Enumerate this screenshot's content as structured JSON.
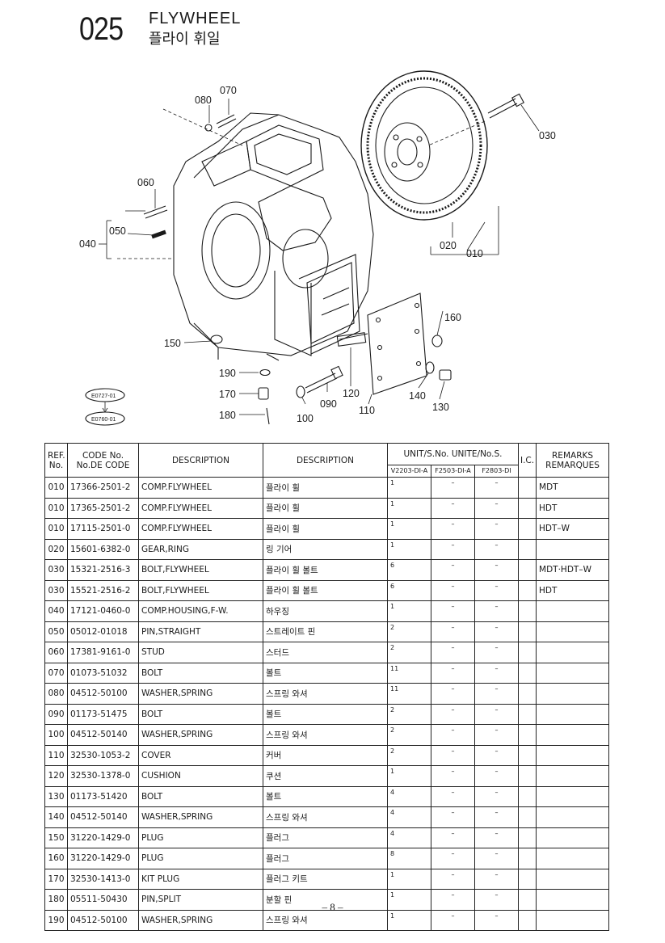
{
  "section": {
    "number": "025",
    "title_en": "FLYWHEEL",
    "title_kr": "플라이 휘일"
  },
  "diagram": {
    "callouts": [
      "070",
      "080",
      "030",
      "060",
      "050",
      "040",
      "020",
      "010",
      "160",
      "150",
      "190",
      "170",
      "180",
      "100",
      "090",
      "120",
      "110",
      "140",
      "130"
    ],
    "ref_ovals": [
      "E0727-01",
      "E0760-01"
    ]
  },
  "table": {
    "headers": {
      "ref": "REF. No.",
      "code": "CODE No. No.DE CODE",
      "desc_en": "DESCRIPTION",
      "desc_kr": "DESCRIPTION",
      "unit": "UNIT/S.No. UNITE/No.S.",
      "ic": "I.C.",
      "remarks": "REMARKS REMARQUES",
      "models": [
        "V2203-DI-A",
        "F2503-DI-A",
        "F2803-DI"
      ]
    },
    "rows": [
      {
        "ref": "010",
        "code": "17366-2501-2",
        "desc": "COMP.FLYWHEEL",
        "kr": "플라이 휠",
        "q1": "1",
        "q2": "–",
        "q3": "–",
        "ic": "",
        "remarks": "MDT"
      },
      {
        "ref": "010",
        "code": "17365-2501-2",
        "desc": "COMP.FLYWHEEL",
        "kr": "플라이 휠",
        "q1": "1",
        "q2": "–",
        "q3": "–",
        "ic": "",
        "remarks": "HDT"
      },
      {
        "ref": "010",
        "code": "17115-2501-0",
        "desc": "COMP.FLYWHEEL",
        "kr": "플라이 휠",
        "q1": "1",
        "q2": "–",
        "q3": "–",
        "ic": "",
        "remarks": "HDT–W"
      },
      {
        "ref": "020",
        "code": "15601-6382-0",
        "desc": "GEAR,RING",
        "kr": "링 기어",
        "q1": "1",
        "q2": "–",
        "q3": "–",
        "ic": "",
        "remarks": ""
      },
      {
        "ref": "030",
        "code": "15321-2516-3",
        "desc": "BOLT,FLYWHEEL",
        "kr": "플라이 휠 볼트",
        "q1": "6",
        "q2": "–",
        "q3": "–",
        "ic": "",
        "remarks": "MDT·HDT–W"
      },
      {
        "ref": "030",
        "code": "15521-2516-2",
        "desc": "BOLT,FLYWHEEL",
        "kr": "플라이 휠 볼트",
        "q1": "6",
        "q2": "–",
        "q3": "–",
        "ic": "",
        "remarks": "HDT"
      },
      {
        "ref": "040",
        "code": "17121-0460-0",
        "desc": "COMP.HOUSING,F-W.",
        "kr": "하우징",
        "q1": "1",
        "q2": "–",
        "q3": "–",
        "ic": "",
        "remarks": ""
      },
      {
        "ref": "050",
        "code": "05012-01018",
        "desc": "PIN,STRAIGHT",
        "kr": "스트레이트 핀",
        "q1": "2",
        "q2": "–",
        "q3": "–",
        "ic": "",
        "remarks": ""
      },
      {
        "ref": "060",
        "code": "17381-9161-0",
        "desc": "STUD",
        "kr": "스터드",
        "q1": "2",
        "q2": "–",
        "q3": "–",
        "ic": "",
        "remarks": ""
      },
      {
        "ref": "070",
        "code": "01073-51032",
        "desc": "BOLT",
        "kr": "볼트",
        "q1": "11",
        "q2": "–",
        "q3": "–",
        "ic": "",
        "remarks": ""
      },
      {
        "ref": "080",
        "code": "04512-50100",
        "desc": "WASHER,SPRING",
        "kr": "스프링 와셔",
        "q1": "11",
        "q2": "–",
        "q3": "–",
        "ic": "",
        "remarks": ""
      },
      {
        "ref": "090",
        "code": "01173-51475",
        "desc": "BOLT",
        "kr": "볼트",
        "q1": "2",
        "q2": "–",
        "q3": "–",
        "ic": "",
        "remarks": ""
      },
      {
        "ref": "100",
        "code": "04512-50140",
        "desc": "WASHER,SPRING",
        "kr": "스프링 와셔",
        "q1": "2",
        "q2": "–",
        "q3": "–",
        "ic": "",
        "remarks": ""
      },
      {
        "ref": "110",
        "code": "32530-1053-2",
        "desc": "COVER",
        "kr": "커버",
        "q1": "2",
        "q2": "–",
        "q3": "–",
        "ic": "",
        "remarks": ""
      },
      {
        "ref": "120",
        "code": "32530-1378-0",
        "desc": "CUSHION",
        "kr": "쿠션",
        "q1": "1",
        "q2": "–",
        "q3": "–",
        "ic": "",
        "remarks": ""
      },
      {
        "ref": "130",
        "code": "01173-51420",
        "desc": "BOLT",
        "kr": "볼트",
        "q1": "4",
        "q2": "–",
        "q3": "–",
        "ic": "",
        "remarks": ""
      },
      {
        "ref": "140",
        "code": "04512-50140",
        "desc": "WASHER,SPRING",
        "kr": "스프링 와셔",
        "q1": "4",
        "q2": "–",
        "q3": "–",
        "ic": "",
        "remarks": ""
      },
      {
        "ref": "150",
        "code": "31220-1429-0",
        "desc": "PLUG",
        "kr": "플러그",
        "q1": "4",
        "q2": "–",
        "q3": "–",
        "ic": "",
        "remarks": ""
      },
      {
        "ref": "160",
        "code": "31220-1429-0",
        "desc": "PLUG",
        "kr": "플러그",
        "q1": "8",
        "q2": "–",
        "q3": "–",
        "ic": "",
        "remarks": ""
      },
      {
        "ref": "170",
        "code": "32530-1413-0",
        "desc": "KIT PLUG",
        "kr": "플러그 키트",
        "q1": "1",
        "q2": "–",
        "q3": "–",
        "ic": "",
        "remarks": ""
      },
      {
        "ref": "180",
        "code": "05511-50430",
        "desc": "PIN,SPLIT",
        "kr": "분할 핀",
        "q1": "1",
        "q2": "–",
        "q3": "–",
        "ic": "",
        "remarks": ""
      },
      {
        "ref": "190",
        "code": "04512-50100",
        "desc": "WASHER,SPRING",
        "kr": "스프링 와셔",
        "q1": "1",
        "q2": "–",
        "q3": "–",
        "ic": "",
        "remarks": ""
      }
    ]
  },
  "page_number": "– 8 –"
}
